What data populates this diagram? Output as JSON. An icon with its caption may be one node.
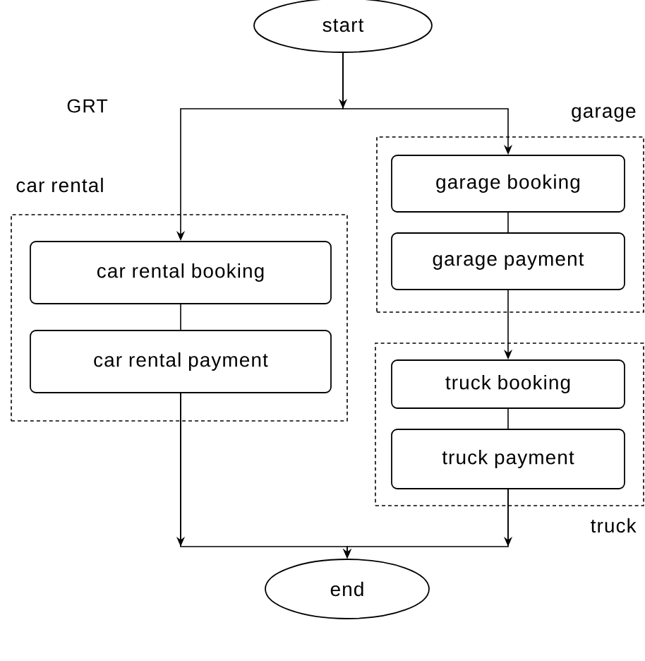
{
  "diagram": {
    "nodes": [
      {
        "text": [
          "start"
        ]
      },
      {
        "text": [
          "car rental"
        ]
      },
      {
        "text": [
          "car rental booking"
        ],
        "in": 1
      },
      {
        "text": [
          "car rental payment"
        ],
        "in": 1
      },
      {
        "text": [
          "garage"
        ]
      },
      {
        "text": [
          "garage booking"
        ],
        "in": 4
      },
      {
        "text": [
          "garage payment"
        ],
        "in": 4
      },
      {
        "text": [
          "truck"
        ]
      },
      {
        "text": [
          "truck booking"
        ],
        "in": 7
      },
      {
        "text": [
          "truck payment"
        ],
        "in": 7
      },
      {
        "text": [
          "end"
        ]
      }
    ],
    "edges": [
      {
        "from": 0,
        "to": 2,
        "arrow": "to"
      },
      {
        "from": 0,
        "to": 5,
        "arrow": "to"
      },
      {
        "from": 2,
        "to": 3,
        "arrow": "none"
      },
      {
        "from": 5,
        "to": 6,
        "arrow": "none"
      },
      {
        "from": 6,
        "to": 8,
        "arrow": "to"
      },
      {
        "from": 8,
        "to": 9,
        "arrow": "none"
      },
      {
        "from": 3,
        "to": 10,
        "arrow": "to"
      },
      {
        "from": 9,
        "to": 10,
        "arrow": "to"
      }
    ],
    "labels": [
      "GRT"
    ]
  }
}
